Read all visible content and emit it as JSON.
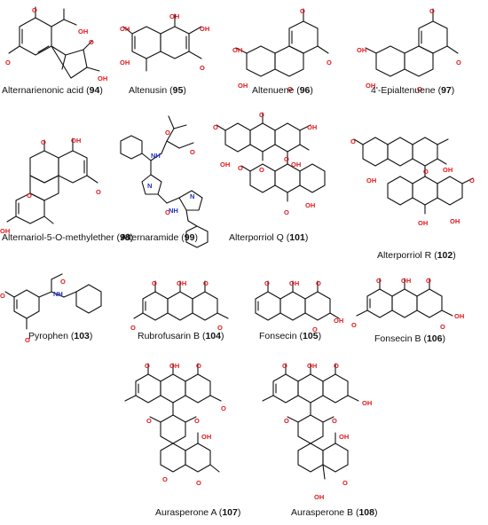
{
  "compounds": [
    {
      "name": "Alternarienonic acid",
      "num": "94"
    },
    {
      "name": "Altenusin",
      "num": "95"
    },
    {
      "name": "Altenuene",
      "num": "96"
    },
    {
      "name": "4'-Epialtenuene",
      "num": "97"
    },
    {
      "name": "Alternariol-5-O-methylether",
      "num": "98"
    },
    {
      "name": "Alternaramide",
      "num": "99"
    },
    {
      "name": "Alterporriol Q",
      "num": "101"
    },
    {
      "name": "Alterporriol R",
      "num": "102"
    },
    {
      "name": "Pyrophen",
      "num": "103"
    },
    {
      "name": "Rubrofusarin B",
      "num": "104"
    },
    {
      "name": "Fonsecin",
      "num": "105"
    },
    {
      "name": "Fonsecin B",
      "num": "106"
    },
    {
      "name": "Aurasperone A",
      "num": "107"
    },
    {
      "name": "Aurasperone B",
      "num": "108"
    }
  ],
  "atoms": {
    "oxygen": "O",
    "hydroxyl": "OH",
    "amine": "NH",
    "nitrogen": "N",
    "acid": "OH",
    "methyl_label": "H"
  },
  "colors": {
    "oxygen": "#e0191b",
    "nitrogen": "#1f2fbf",
    "bond": "#111111"
  }
}
